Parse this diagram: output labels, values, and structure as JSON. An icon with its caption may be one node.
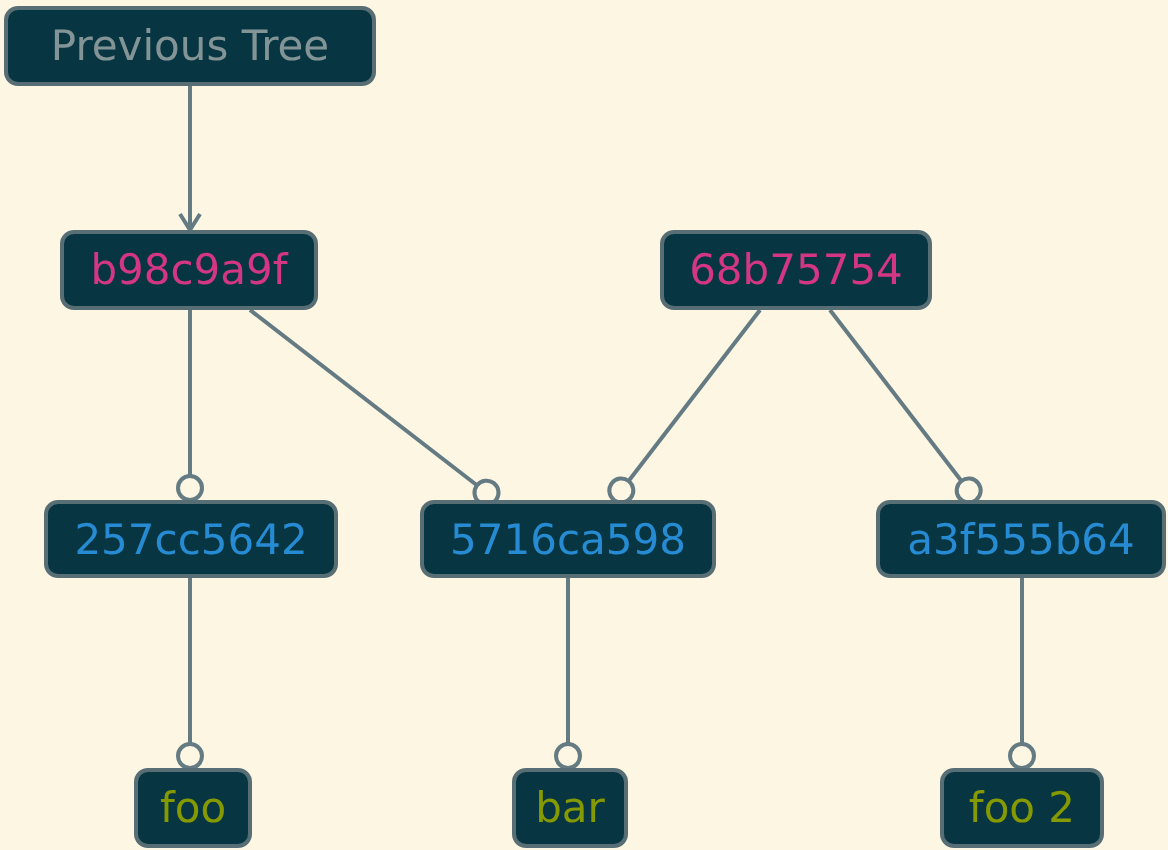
{
  "diagram": {
    "nodes": [
      {
        "text": [
          "Previous Tree"
        ]
      },
      {
        "text": [
          "b98c9a9f"
        ]
      },
      {
        "text": [
          "68b75754"
        ]
      },
      {
        "text": [
          "257cc5642"
        ]
      },
      {
        "text": [
          "5716ca598"
        ]
      },
      {
        "text": [
          "a3f555b64"
        ]
      },
      {
        "text": [
          "foo"
        ]
      },
      {
        "text": [
          "bar"
        ]
      },
      {
        "text": [
          "foo 2"
        ]
      }
    ],
    "edges": [
      {
        "from": 0,
        "to": 1,
        "arrow": "to"
      },
      {
        "from": 1,
        "to": 3,
        "arrow": "other"
      },
      {
        "from": 1,
        "to": 4,
        "arrow": "other"
      },
      {
        "from": 2,
        "to": 4,
        "arrow": "other"
      },
      {
        "from": 2,
        "to": 5,
        "arrow": "other"
      },
      {
        "from": 3,
        "to": 6,
        "arrow": "other"
      },
      {
        "from": 4,
        "to": 7,
        "arrow": "other"
      },
      {
        "from": 5,
        "to": 8,
        "arrow": "other"
      }
    ]
  }
}
